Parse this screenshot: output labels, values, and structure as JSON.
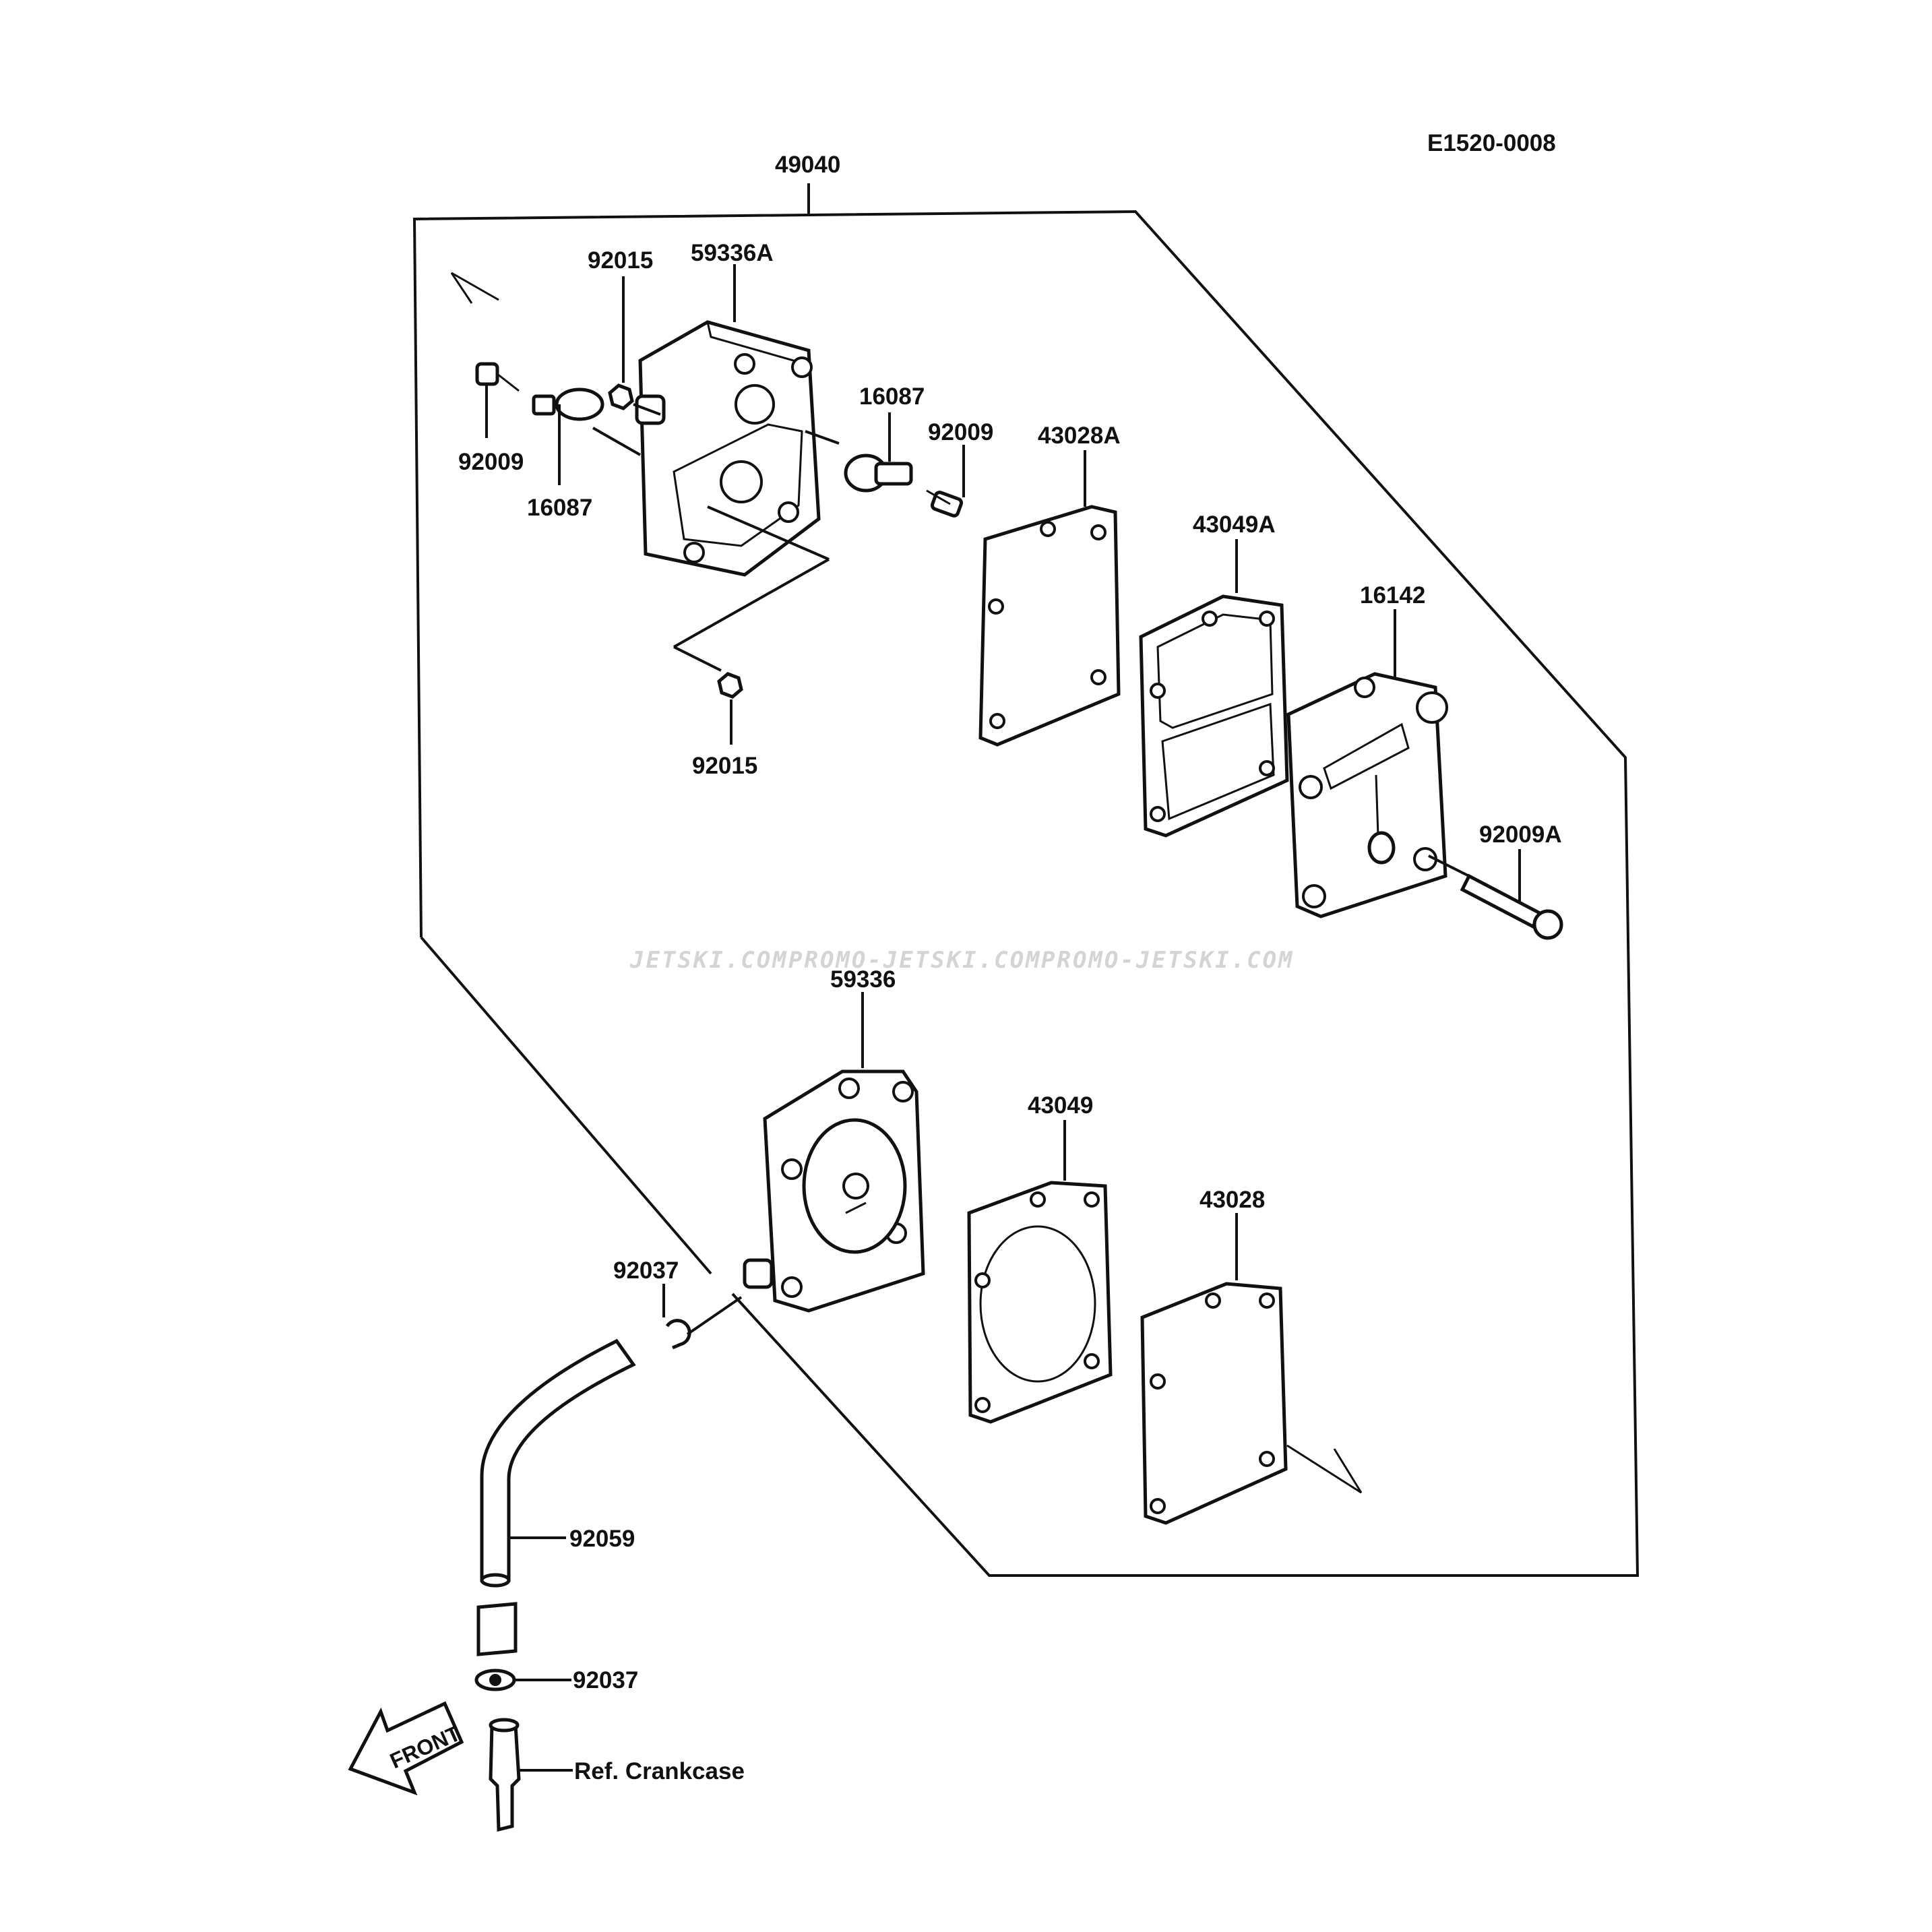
{
  "drawing_id": "E1520-0008",
  "labels": {
    "assembly": "49040",
    "nut_top": "92015",
    "body_upper": "59336A",
    "screw_left": "92009",
    "valve_left": "16087",
    "valve_right": "16087",
    "screw_right": "92009",
    "diaphragm_upper": "43028A",
    "nut_bottom": "92015",
    "gasket_upper": "43049A",
    "cover": "16142",
    "bolt": "92009A",
    "body_lower": "59336",
    "gasket_lower": "43049",
    "diaphragm_lower": "43028",
    "clamp_upper": "92037",
    "hose": "92059",
    "clamp_lower": "92037",
    "crankcase_ref": "Ref. Crankcase"
  },
  "front_arrow": "FRONT",
  "watermarks": [
    "JETSKI.COM",
    "PROMO-JETSKI.COM",
    "PROMO-JETSKI.COM"
  ]
}
